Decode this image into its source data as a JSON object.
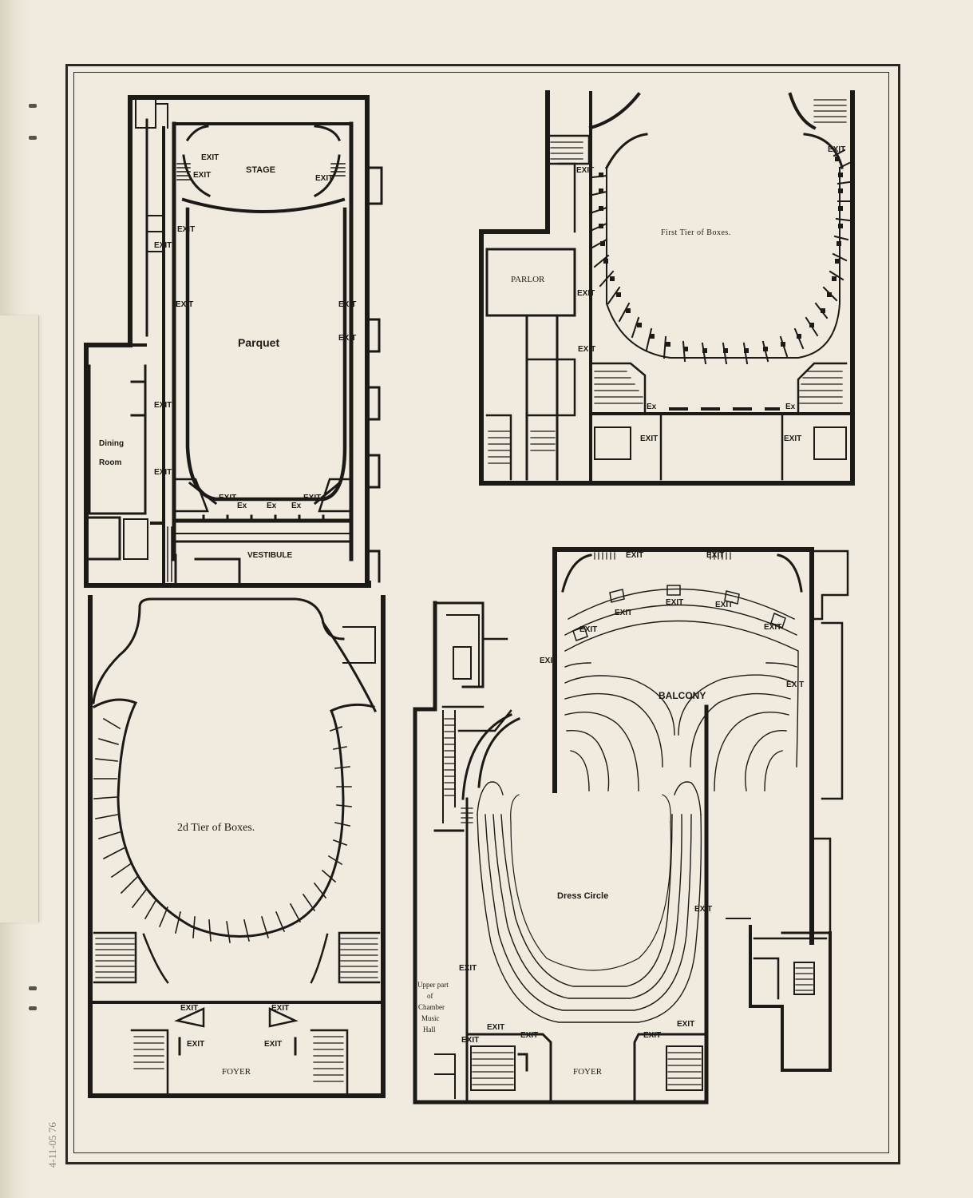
{
  "panels": {
    "parquet": {
      "title": "Parquet",
      "stage": "STAGE",
      "vestibule": "VESTIBULE",
      "dining_room": [
        "Dining",
        "Room"
      ],
      "exit": "EXIT",
      "ex": "Ex"
    },
    "first_tier": {
      "title": "First Tier of Boxes.",
      "parlor": "PARLOR",
      "exit": "EXIT",
      "ex": "Ex"
    },
    "second_tier": {
      "title": "2d Tier of Boxes.",
      "foyer": "FOYER",
      "exit": "EXIT"
    },
    "balcony": {
      "title": "BALCONY",
      "exit": "EXIT"
    },
    "dress_circle": {
      "title": "Dress Circle",
      "foyer": "FOYER",
      "exit": "EXIT",
      "chamber_music_hall": [
        "Upper part",
        "of",
        "Chamber",
        "Music",
        "Hall"
      ]
    }
  },
  "archive_note": "4-11-05 76",
  "colors": {
    "paper": "#f0ebde",
    "ink": "#1c1a17"
  }
}
